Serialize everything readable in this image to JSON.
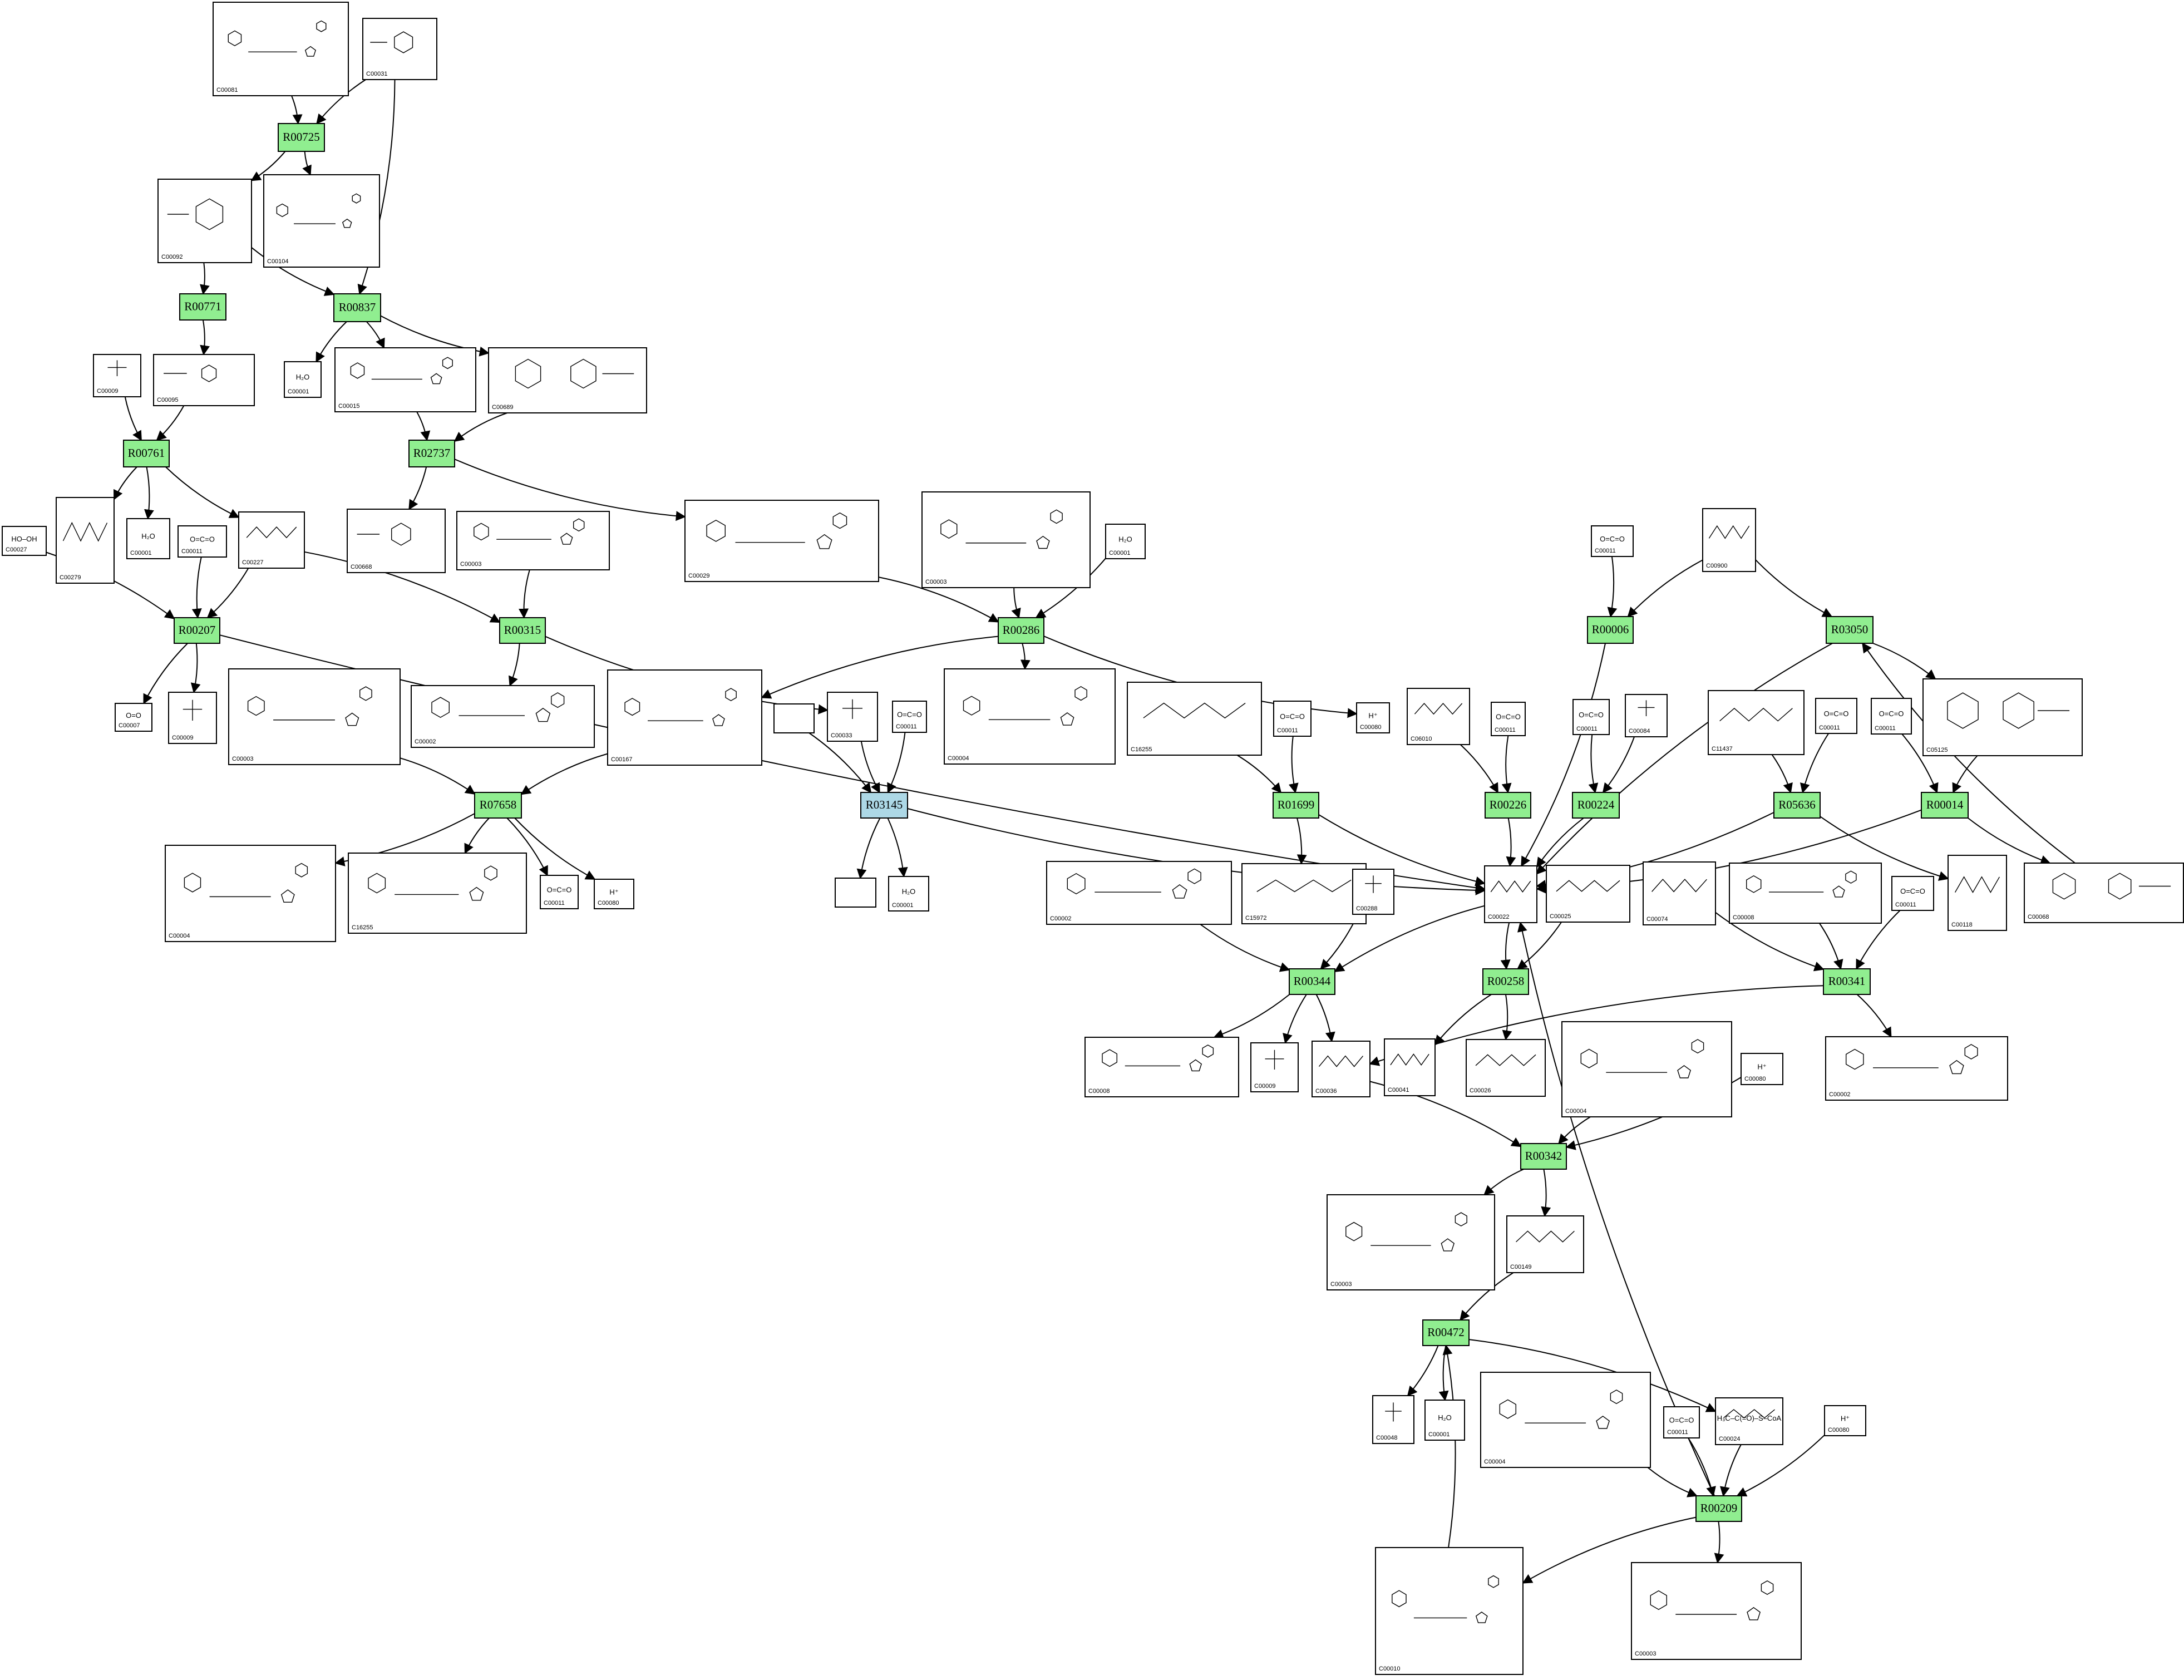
{
  "colors": {
    "reaction_green": "#90ee90",
    "reaction_blue": "#add8e6",
    "stroke": "#000000",
    "background": "#ffffff"
  },
  "compounds": [
    {
      "id": "c01",
      "label": "C00081",
      "formula": ""
    },
    {
      "id": "c02",
      "label": "C00031",
      "formula": ""
    },
    {
      "id": "c03",
      "label": "C00092",
      "formula": ""
    },
    {
      "id": "c04",
      "label": "C00104",
      "formula": ""
    },
    {
      "id": "c05",
      "label": "C00009",
      "formula": ""
    },
    {
      "id": "c06",
      "label": "C00095",
      "formula": ""
    },
    {
      "id": "c07",
      "label": "C00001",
      "formula": "H₂O"
    },
    {
      "id": "c08",
      "label": "C00015",
      "formula": ""
    },
    {
      "id": "c09",
      "label": "C00689",
      "formula": ""
    },
    {
      "id": "c10",
      "label": "C00027",
      "formula": "HO–OH"
    },
    {
      "id": "c11",
      "label": "C00279",
      "formula": ""
    },
    {
      "id": "c12",
      "label": "C00001",
      "formula": "H₂O"
    },
    {
      "id": "c13",
      "label": "C00011",
      "formula": "O=C=O"
    },
    {
      "id": "c14",
      "label": "C00227",
      "formula": ""
    },
    {
      "id": "c15",
      "label": "C00668",
      "formula": ""
    },
    {
      "id": "c16",
      "label": "C00003",
      "formula": ""
    },
    {
      "id": "c17",
      "label": "C00029",
      "formula": ""
    },
    {
      "id": "c18",
      "label": "C00003",
      "formula": ""
    },
    {
      "id": "c19",
      "label": "C00001",
      "formula": "H₂O"
    },
    {
      "id": "c20",
      "label": "C00011",
      "formula": "O=C=O"
    },
    {
      "id": "c21",
      "label": "C00900",
      "formula": ""
    },
    {
      "id": "c22",
      "label": "C00007",
      "formula": "O=O"
    },
    {
      "id": "c23",
      "label": "C00009",
      "formula": ""
    },
    {
      "id": "c24",
      "label": "C00003",
      "formula": ""
    },
    {
      "id": "c25",
      "label": "C00002",
      "formula": ""
    },
    {
      "id": "c26",
      "label": "C00167",
      "formula": ""
    },
    {
      "id": "c27",
      "label": "",
      "formula": ""
    },
    {
      "id": "c28",
      "label": "C00033",
      "formula": ""
    },
    {
      "id": "c29",
      "label": "C00011",
      "formula": "O=C=O"
    },
    {
      "id": "c30",
      "label": "C00004",
      "formula": ""
    },
    {
      "id": "c31",
      "label": "C00080",
      "formula": "H⁺"
    },
    {
      "id": "c32",
      "label": "C16255",
      "formula": ""
    },
    {
      "id": "c33",
      "label": "C00011",
      "formula": "O=C=O"
    },
    {
      "id": "c34",
      "label": "C06010",
      "formula": ""
    },
    {
      "id": "c35",
      "label": "C00011",
      "formula": "O=C=O"
    },
    {
      "id": "c36",
      "label": "C00011",
      "formula": "O=C=O"
    },
    {
      "id": "c37",
      "label": "C00084",
      "formula": ""
    },
    {
      "id": "c38",
      "label": "C11437",
      "formula": ""
    },
    {
      "id": "c39",
      "label": "C00011",
      "formula": "O=C=O"
    },
    {
      "id": "c40",
      "label": "C00011",
      "formula": "O=C=O"
    },
    {
      "id": "c41",
      "label": "C05125",
      "formula": ""
    },
    {
      "id": "c42",
      "label": "C00004",
      "formula": ""
    },
    {
      "id": "c43",
      "label": "C16255",
      "formula": ""
    },
    {
      "id": "c44",
      "label": "C00011",
      "formula": "O=C=O"
    },
    {
      "id": "c45",
      "label": "C00080",
      "formula": "H⁺"
    },
    {
      "id": "c46",
      "label": "",
      "formula": ""
    },
    {
      "id": "c47",
      "label": "C00001",
      "formula": "H₂O"
    },
    {
      "id": "c48",
      "label": "C00002",
      "formula": ""
    },
    {
      "id": "c49",
      "label": "C15972",
      "formula": ""
    },
    {
      "id": "c50",
      "label": "C00288",
      "formula": ""
    },
    {
      "id": "c51",
      "label": "C00022",
      "formula": ""
    },
    {
      "id": "c52",
      "label": "C00025",
      "formula": ""
    },
    {
      "id": "c53",
      "label": "C00074",
      "formula": ""
    },
    {
      "id": "c54",
      "label": "C00008",
      "formula": ""
    },
    {
      "id": "c55",
      "label": "C00011",
      "formula": "O=C=O"
    },
    {
      "id": "c56",
      "label": "C00118",
      "formula": ""
    },
    {
      "id": "c57",
      "label": "C00068",
      "formula": ""
    },
    {
      "id": "c58",
      "label": "C00008",
      "formula": ""
    },
    {
      "id": "c59",
      "label": "C00009",
      "formula": ""
    },
    {
      "id": "c60",
      "label": "C00036",
      "formula": ""
    },
    {
      "id": "c61",
      "label": "C00041",
      "formula": ""
    },
    {
      "id": "c62",
      "label": "C00026",
      "formula": ""
    },
    {
      "id": "c63",
      "label": "C00004",
      "formula": ""
    },
    {
      "id": "c64",
      "label": "C00080",
      "formula": "H⁺"
    },
    {
      "id": "c65",
      "label": "C00002",
      "formula": ""
    },
    {
      "id": "c66",
      "label": "C00003",
      "formula": ""
    },
    {
      "id": "c67",
      "label": "C00149",
      "formula": ""
    },
    {
      "id": "c68",
      "label": "C00048",
      "formula": ""
    },
    {
      "id": "c69",
      "label": "C00001",
      "formula": "H₂O"
    },
    {
      "id": "c70",
      "label": "C00004",
      "formula": ""
    },
    {
      "id": "c71",
      "label": "C00011",
      "formula": "O=C=O"
    },
    {
      "id": "c72",
      "label": "C00024",
      "formula": "H₃C–C(=O)–S–CoA"
    },
    {
      "id": "c73",
      "label": "C00080",
      "formula": "H⁺"
    },
    {
      "id": "c74",
      "label": "C00010",
      "formula": ""
    },
    {
      "id": "c75",
      "label": "C00003",
      "formula": ""
    }
  ],
  "reactions": [
    {
      "id": "r01",
      "label": "R00725"
    },
    {
      "id": "r02",
      "label": "R00771"
    },
    {
      "id": "r03",
      "label": "R00837"
    },
    {
      "id": "r04",
      "label": "R00761"
    },
    {
      "id": "r05",
      "label": "R02737"
    },
    {
      "id": "r06",
      "label": "R00207"
    },
    {
      "id": "r07",
      "label": "R00315"
    },
    {
      "id": "r08",
      "label": "R00286"
    },
    {
      "id": "r09",
      "label": "R00006"
    },
    {
      "id": "r10",
      "label": "R03050"
    },
    {
      "id": "r11",
      "label": "R07658"
    },
    {
      "id": "r12",
      "label": "R03145"
    },
    {
      "id": "r13",
      "label": "R01699"
    },
    {
      "id": "r14",
      "label": "R00226"
    },
    {
      "id": "r15",
      "label": "R00224"
    },
    {
      "id": "r16",
      "label": "R05636"
    },
    {
      "id": "r17",
      "label": "R00014"
    },
    {
      "id": "r18",
      "label": "R00344"
    },
    {
      "id": "r19",
      "label": "R00258"
    },
    {
      "id": "r20",
      "label": "R00341"
    },
    {
      "id": "r21",
      "label": "R00342"
    },
    {
      "id": "r22",
      "label": "R00472"
    },
    {
      "id": "r23",
      "label": "R00209"
    }
  ]
}
